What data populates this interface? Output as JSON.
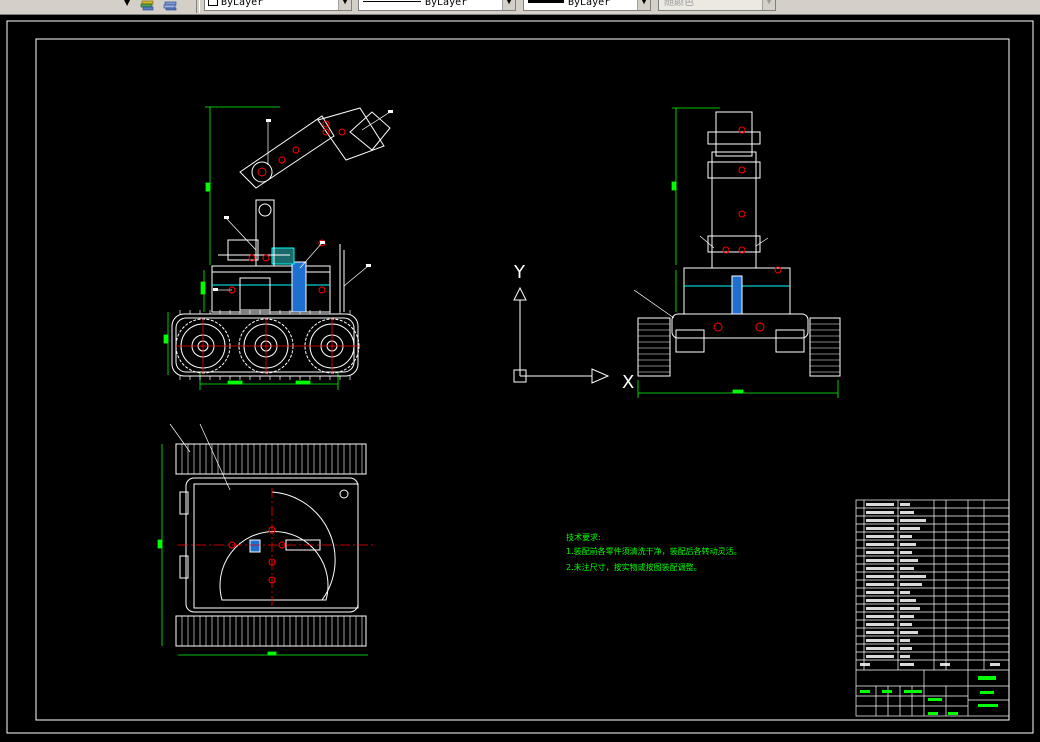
{
  "toolbar": {
    "layer_dropdown_arrow": "▼",
    "color_combo": {
      "value": "ByLayer"
    },
    "linetype_combo": {
      "value": "ByLayer"
    },
    "lineweight_combo": {
      "value": "ByLayer"
    },
    "plotstyle_combo": {
      "value": "随颜色"
    }
  },
  "drawing": {
    "ucs": {
      "x_label": "X",
      "y_label": "Y"
    },
    "technical_requirements": {
      "title": "技术要求:",
      "line1": "1.装配前各零件须清洗干净，装配后各转动灵活。",
      "line2": "2.未注尺寸，按实物或按图装配调整。"
    }
  },
  "colors": {
    "background": "#000000",
    "geometry": "#ffffff",
    "annotation": "#00ff00",
    "center_mark": "#ff0000",
    "toolbar": "#d4d0c8"
  }
}
